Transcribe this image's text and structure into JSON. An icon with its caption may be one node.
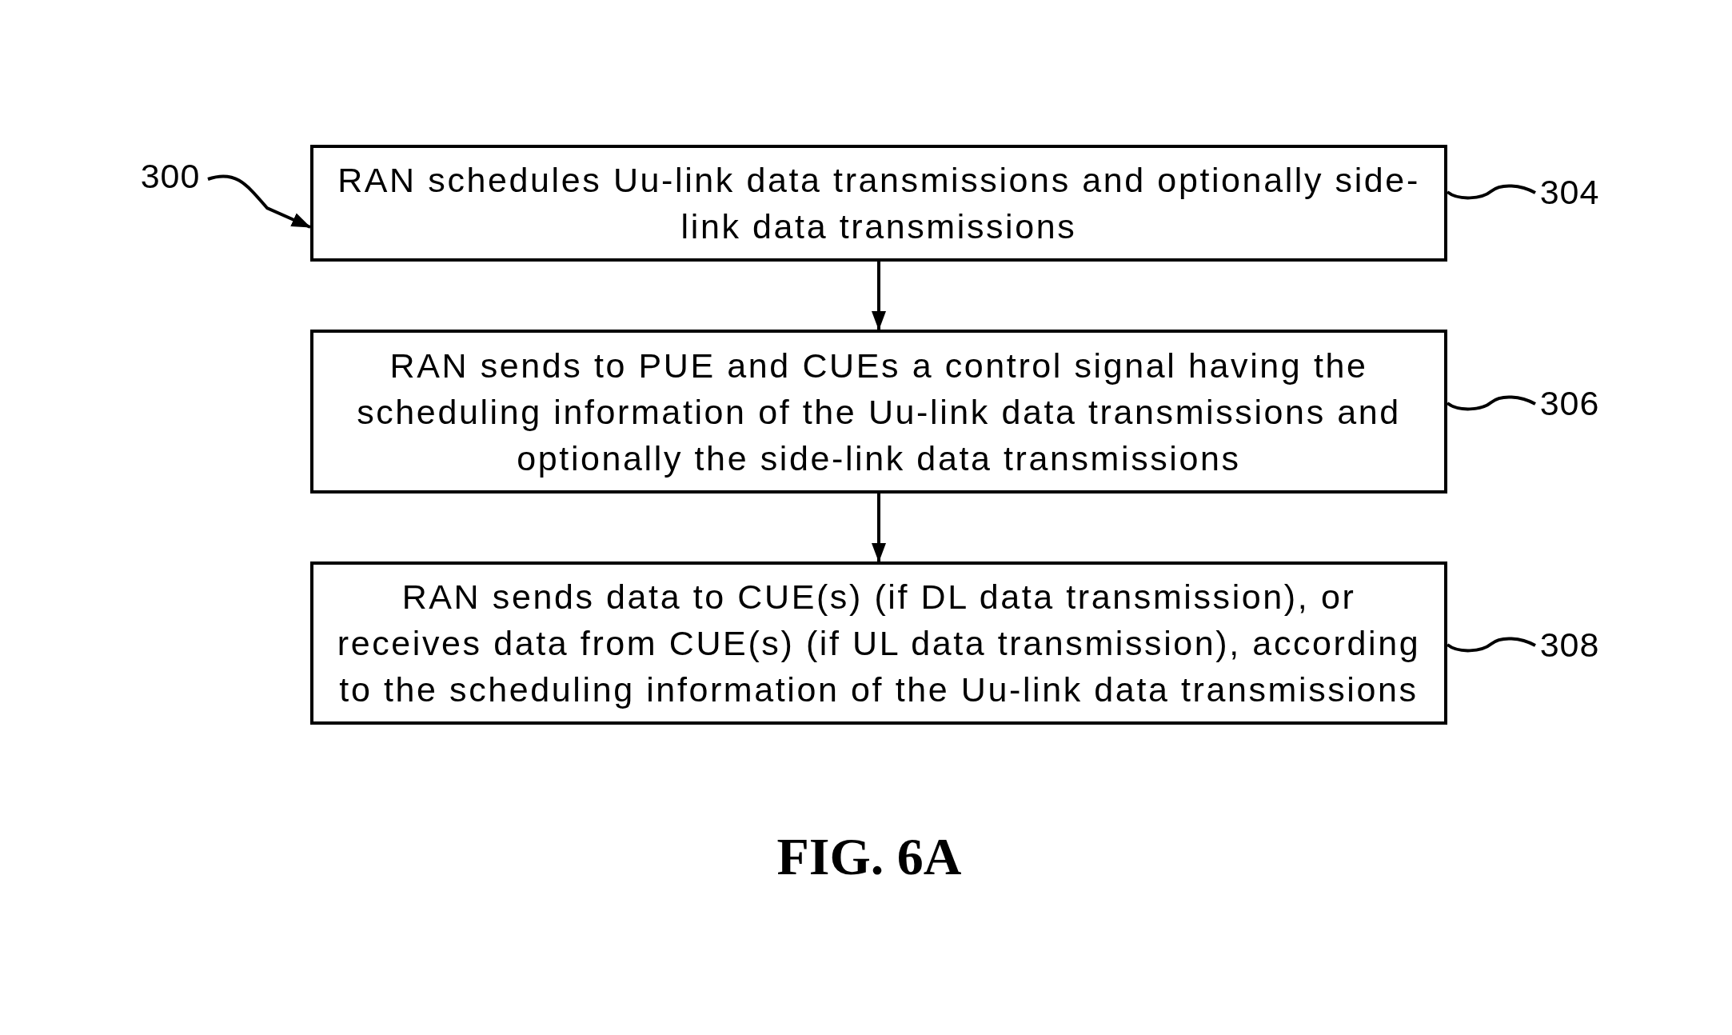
{
  "diagram": {
    "caption": "FIG. 6A",
    "nodes": [
      {
        "text": [
          "RAN schedules Uu-link data transmissions and optionally side-link data transmissions"
        ]
      },
      {
        "text": [
          "RAN sends to PUE and CUEs a control signal having the scheduling information of the Uu-link data transmissions and optionally the side-link data transmissions"
        ]
      },
      {
        "text": [
          "RAN sends data to CUE(s) (if DL data transmission), or receives data from CUE(s) (if UL data transmission), according to the scheduling information of the Uu-link data transmissions"
        ]
      },
      {
        "text": [
          "300"
        ]
      },
      {
        "text": [
          "304"
        ]
      },
      {
        "text": [
          "306"
        ]
      },
      {
        "text": [
          "308"
        ]
      }
    ],
    "edges": [
      {
        "from": 0,
        "to": 1,
        "arrow": "to"
      },
      {
        "from": 1,
        "to": 2,
        "arrow": "to"
      },
      {
        "from": 3,
        "to": 0,
        "arrow": "to"
      },
      {
        "from": 4,
        "to": 0,
        "arrow": "none"
      },
      {
        "from": 5,
        "to": 1,
        "arrow": "none"
      },
      {
        "from": 6,
        "to": 2,
        "arrow": "none"
      }
    ]
  }
}
